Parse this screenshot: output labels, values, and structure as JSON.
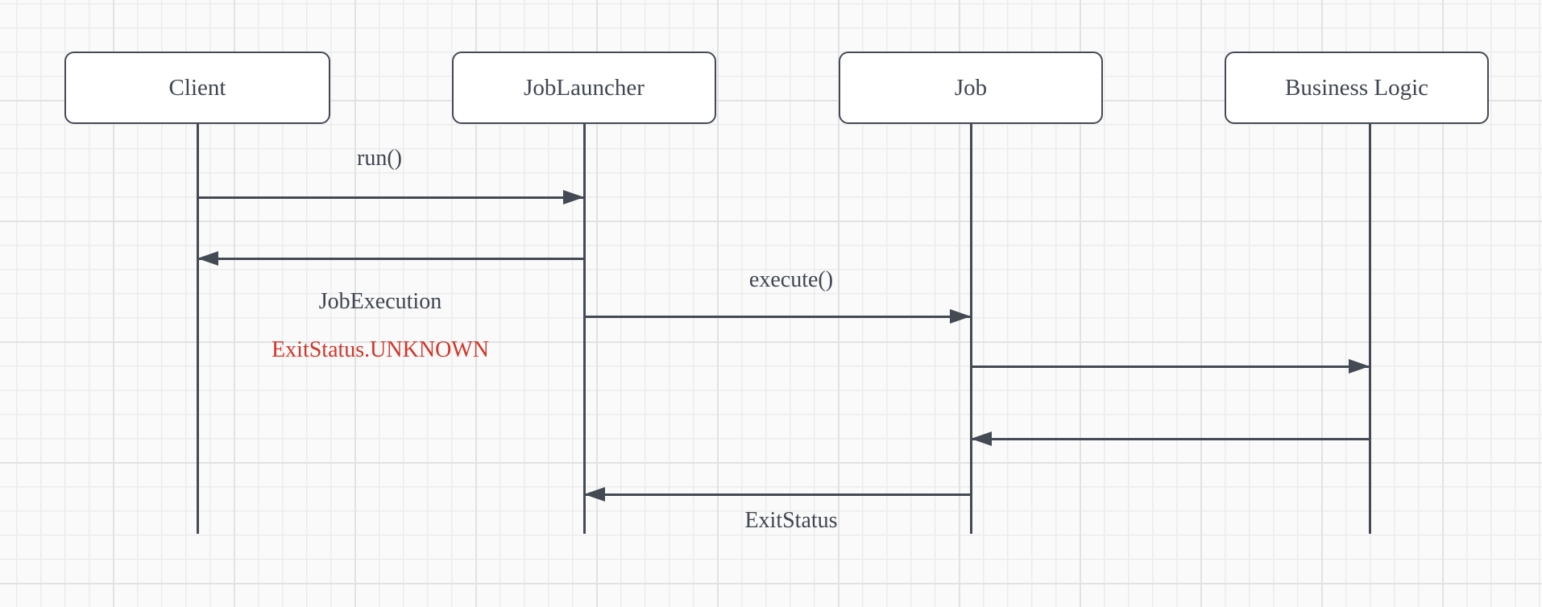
{
  "diagram": {
    "type": "uml-sequence-diagram",
    "actors": [
      {
        "label": "Client"
      },
      {
        "label": "JobLauncher"
      },
      {
        "label": "Job"
      },
      {
        "label": "Business Logic"
      }
    ],
    "messages": [
      {
        "label": "run()",
        "from": "Client",
        "to": "JobLauncher",
        "label_position": "above"
      },
      {
        "label": "JobExecution",
        "note": "ExitStatus.UNKNOWN",
        "from": "JobLauncher",
        "to": "Client",
        "label_position": "below"
      },
      {
        "label": "execute()",
        "from": "JobLauncher",
        "to": "Job",
        "label_position": "above"
      },
      {
        "label": "",
        "from": "Job",
        "to": "Business Logic"
      },
      {
        "label": "",
        "from": "Business Logic",
        "to": "Job"
      },
      {
        "label": "ExitStatus",
        "from": "Job",
        "to": "JobLauncher",
        "label_position": "below"
      }
    ],
    "colors": {
      "line": "#434a54",
      "text": "#3f4651",
      "error_text": "#d2352a",
      "box_fill": "#ffffff",
      "canvas_bg": "#fafafa",
      "grid_minor": "#ececec",
      "grid_major": "#e2e2e2"
    }
  }
}
